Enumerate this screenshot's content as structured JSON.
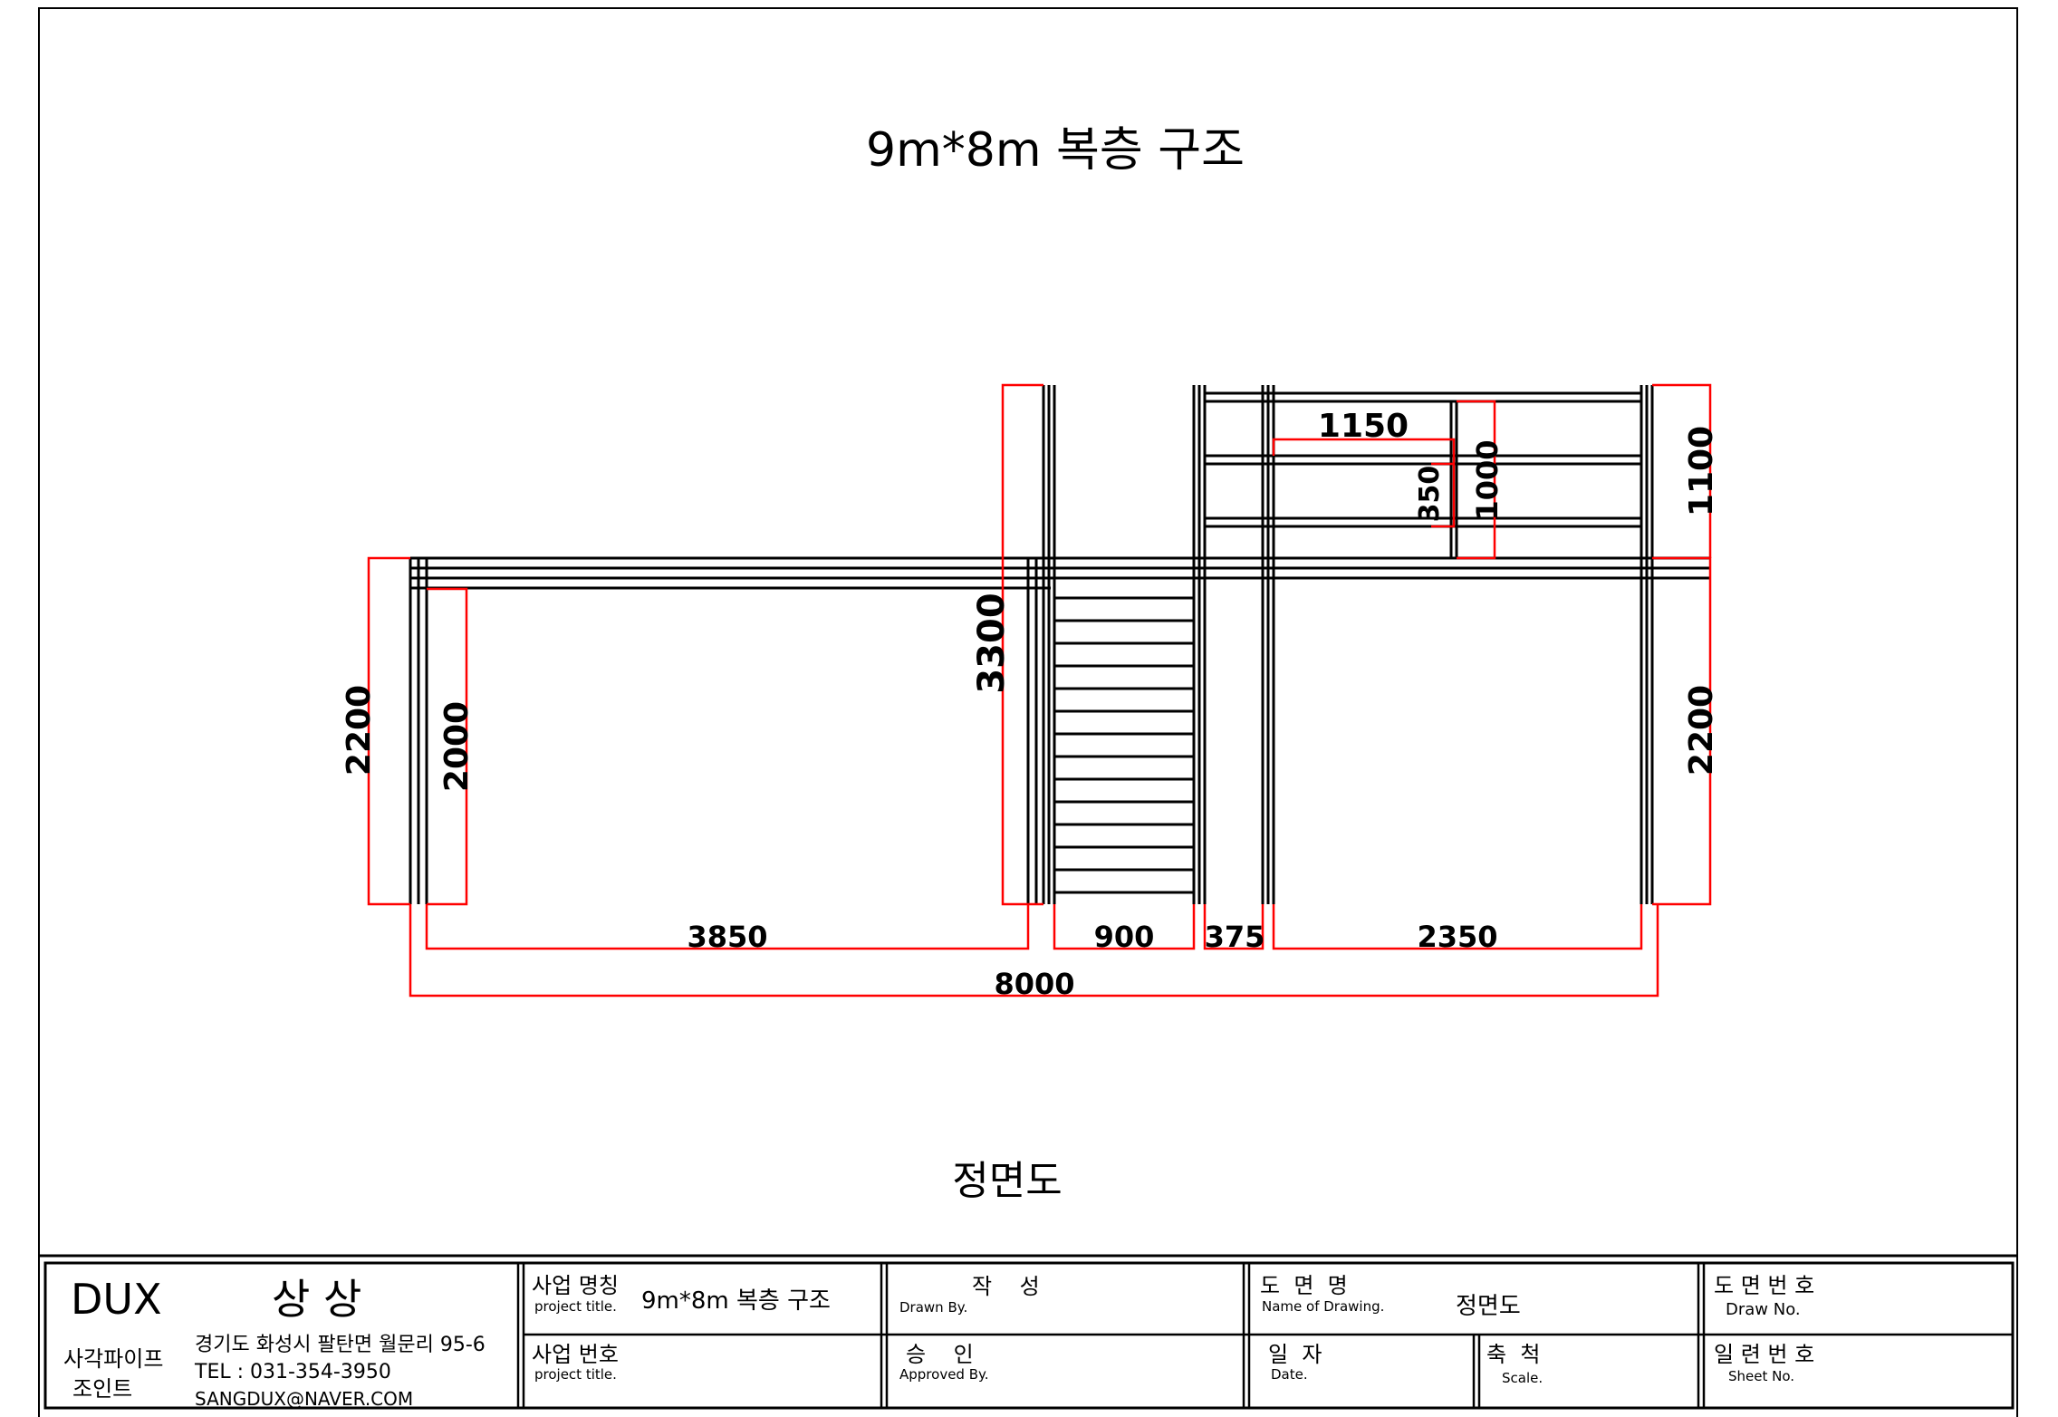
{
  "drawing": {
    "title": "9m*8m  복층 구조",
    "view_label": "정면도",
    "dimensions": {
      "d1150": "1150",
      "d350": "350",
      "d1000": "1000",
      "d1100": "1100",
      "d3300": "3300",
      "d2200_left": "2200",
      "d2000": "2000",
      "d2200_right": "2200",
      "d3850": "3850",
      "d900": "900",
      "d375": "375",
      "d2350": "2350",
      "d8000": "8000"
    }
  },
  "title_block": {
    "company": {
      "brand": "DUX",
      "name": "상 상",
      "product_line1": "사각파이프",
      "product_line2": "조인트",
      "address": "경기도 화성시 팔탄면 월문리 95-6",
      "tel": "TEL : 031-354-3950",
      "email": "SANGDUX@NAVER.COM"
    },
    "project_name_label": "사업 명칭",
    "project_name_sub": "project title.",
    "project_name_value": "9m*8m  복층 구조",
    "project_no_label": "사업 번호",
    "project_no_sub": "project title.",
    "drawn_by_label": "작    성",
    "drawn_by_sub": "Drawn By.",
    "approved_label": "승    인",
    "approved_sub": "Approved By.",
    "drawing_name_label": "도  면  명",
    "drawing_name_sub": "Name of Drawing.",
    "drawing_name_value": "정면도",
    "date_label": "일  자",
    "date_sub": "Date.",
    "scale_label": "축  척",
    "scale_sub": "Scale.",
    "draw_no_label": "도 면 번 호",
    "draw_no_sub": "Draw No.",
    "sheet_no_label": "일 련 번 호",
    "sheet_no_sub": "Sheet No."
  },
  "colors": {
    "dimension": "#ff0000",
    "structure": "#000000"
  }
}
